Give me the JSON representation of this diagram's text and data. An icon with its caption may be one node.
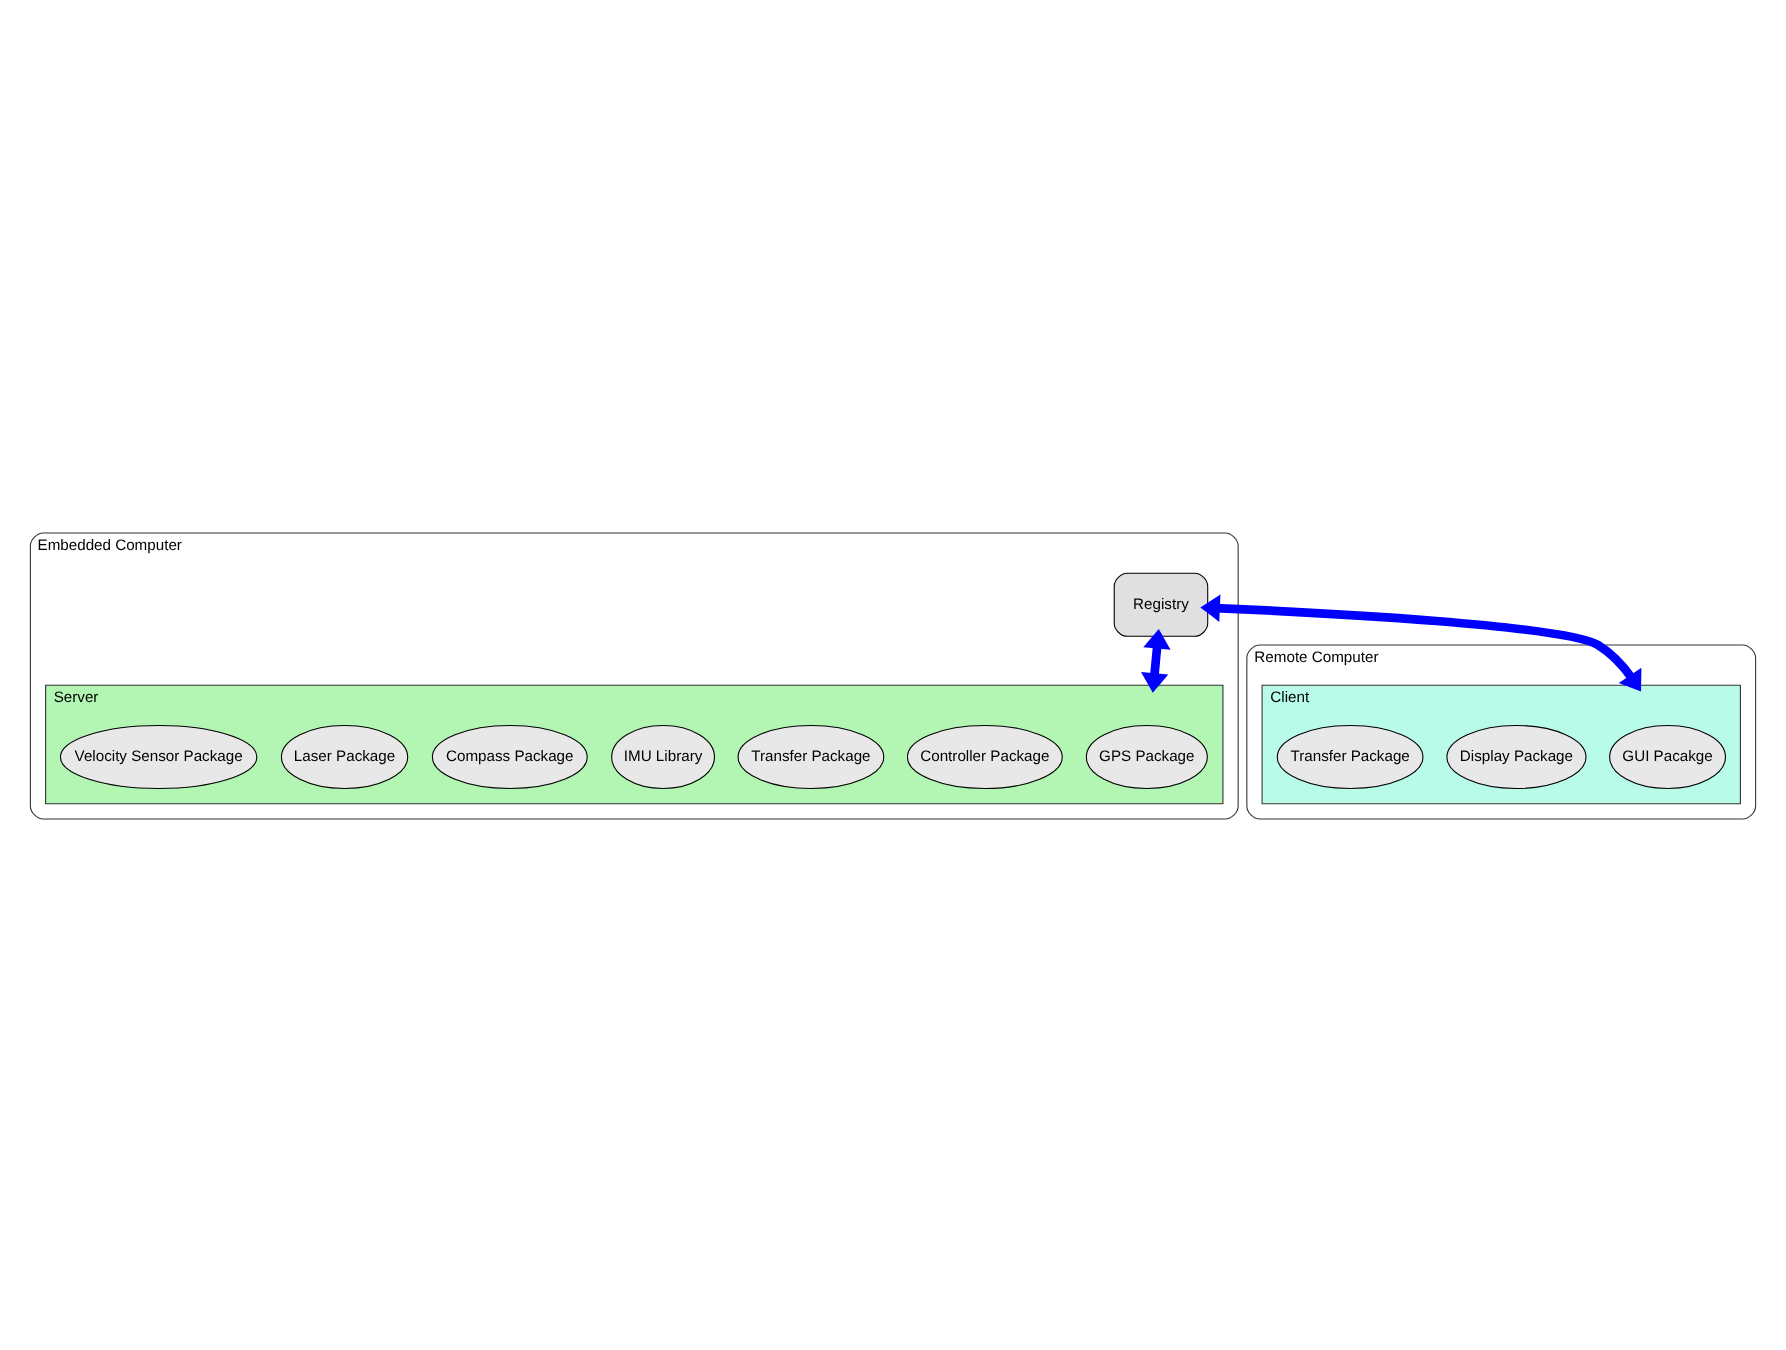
{
  "diagram": {
    "nodes": [
      {
        "text": [
          "Embedded Computer"
        ]
      },
      {
        "text": [
          "Registry"
        ],
        "in": 0
      },
      {
        "text": [
          "Server"
        ],
        "in": 0
      },
      {
        "text": [
          "GPS Package"
        ],
        "in": 2
      },
      {
        "text": [
          "Controller Package"
        ],
        "in": 2
      },
      {
        "text": [
          "Transfer Package"
        ],
        "in": 2
      },
      {
        "text": [
          "IMU Library"
        ],
        "in": 2
      },
      {
        "text": [
          "Compass Package"
        ],
        "in": 2
      },
      {
        "text": [
          "Laser Package"
        ],
        "in": 2
      },
      {
        "text": [
          "Velocity Sensor Package"
        ],
        "in": 2
      },
      {
        "text": [
          "Remote Computer"
        ]
      },
      {
        "text": [
          "Client"
        ],
        "in": 10
      },
      {
        "text": [
          "GUI Pacakge"
        ],
        "in": 11
      },
      {
        "text": [
          "Display Package"
        ],
        "in": 11
      },
      {
        "text": [
          "Transfer Package"
        ],
        "in": 11
      }
    ],
    "edges": [
      {
        "from": 1,
        "to": 2,
        "arrow": "both",
        "color": "#0000ff"
      },
      {
        "from": 1,
        "to": 11,
        "arrow": "both",
        "color": "#0000ff"
      }
    ]
  }
}
